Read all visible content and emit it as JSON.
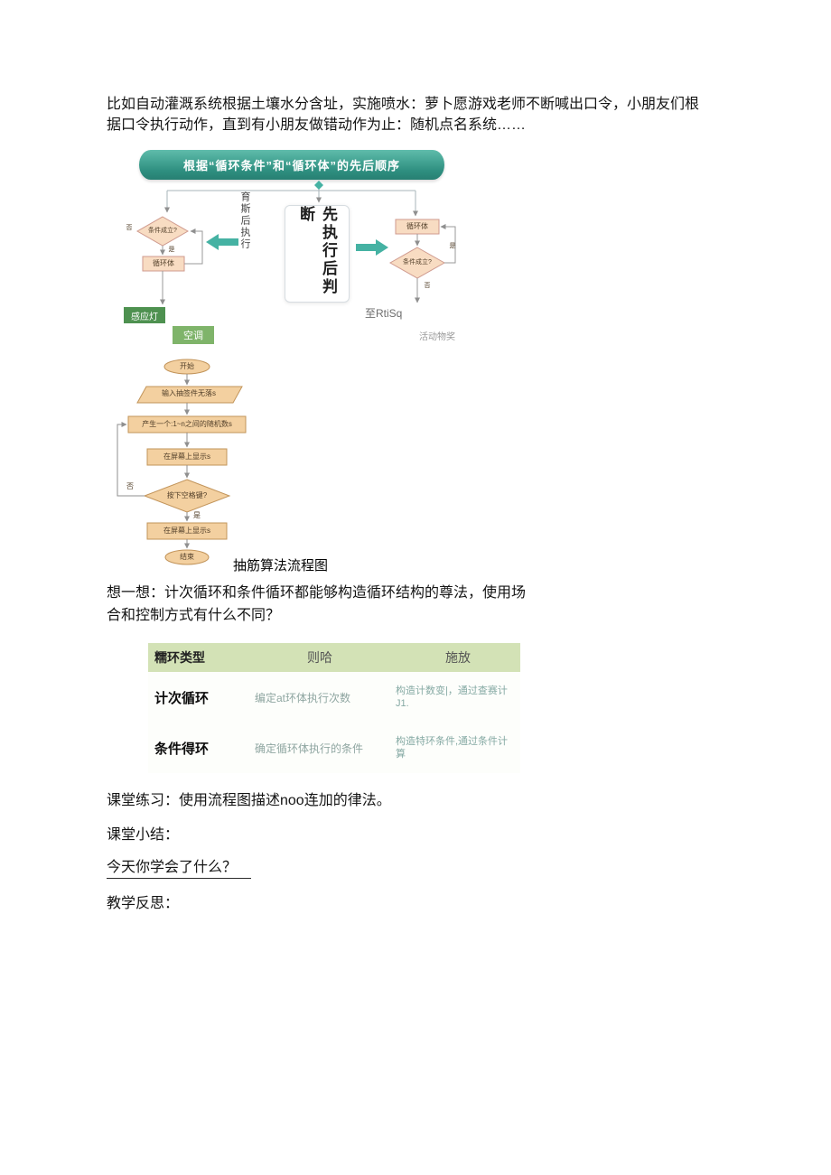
{
  "intro": {
    "line1": "比如自动灌溉系统根据土壤水分含址，实施喷水：萝卜愿游戏老师不断喊出口令，小朋友们根",
    "line2": "据口令执行动作，直到有小朋友做错动作为止：随机点名系统……"
  },
  "banner": {
    "text": "根据“循环条件”和“循环体”的先后顺序"
  },
  "compare": {
    "left_flow": {
      "condition": "条件成立?",
      "yes": "是",
      "no": "否",
      "body": "循环体"
    },
    "left_vertical_label": "育斯后执行",
    "center_box_label": "先执行后判断",
    "right_flow": {
      "body": "循环体",
      "condition": "条件成立?",
      "yes": "是",
      "no": "否"
    },
    "left_examples": [
      "感应灯",
      "空调"
    ],
    "right_example_title": "至RtiSq",
    "right_example_sub": "活动物奖"
  },
  "flowchart": {
    "start": "开始",
    "input": "输入抽签件无落s",
    "gen": "产生一个:1~n之间的随机数s",
    "show1": "在屏幕上显示s",
    "decision": "按下空格键?",
    "no": "否",
    "yes": "是",
    "show2": "在屏幕上显示s",
    "end": "结束",
    "caption": "抽筋算法流程图"
  },
  "think": {
    "line1": "想一想：计次循环和条件循环都能够构造循环结构的尊法，使用场",
    "line2": "合和控制方式有什么不同？"
  },
  "table": {
    "headers": [
      "糯环类型",
      "则哈",
      "施放"
    ],
    "rows": [
      {
        "type": "计次循环",
        "definition": "编定at环体执行次数",
        "method_line1": "构造计数变|，通过查赛计",
        "method_line2": "J1."
      },
      {
        "type": "条件得环",
        "definition": "确定循环体执行的条件",
        "method_line1": "构造特环条件,通过条件计",
        "method_line2": "算"
      }
    ]
  },
  "footer": {
    "practice": "课堂练习：使用流程图描述noo连加的律法。",
    "summary": "课堂小结：",
    "question": "今天你学会了什么？",
    "reflection": "教学反思："
  },
  "colors": {
    "banner_green": "#2e8f80",
    "teal_arrow": "#45b2a3",
    "node_tan": "#f3d0a0",
    "node_tan_light": "#f8dcc2",
    "green_box_dark": "#4e9150",
    "green_box_light": "#7fb46a",
    "table_header_green": "#d3e2b6",
    "teal_text": "#86aaa4"
  }
}
